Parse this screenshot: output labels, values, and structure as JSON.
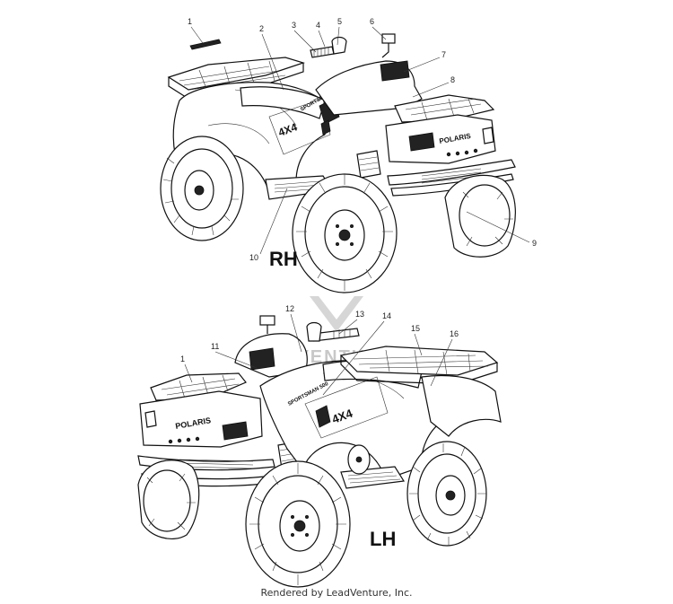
{
  "views": [
    {
      "id": "rh",
      "label": "RH",
      "decals": {
        "model": "4X4",
        "brand": "POLARIS",
        "name": "SPORTSMAN 500"
      },
      "callouts": [
        "1",
        "2",
        "3",
        "4",
        "5",
        "6",
        "7",
        "8",
        "9",
        "10"
      ]
    },
    {
      "id": "lh",
      "label": "LH",
      "decals": {
        "model": "4X4",
        "brand": "POLARIS",
        "name": "SPORTSMAN 500"
      },
      "callouts": [
        "1",
        "11",
        "12",
        "13",
        "14",
        "15",
        "16"
      ]
    }
  ],
  "watermark": "LEADVENTURE",
  "footer": "Rendered by LeadVenture, Inc."
}
